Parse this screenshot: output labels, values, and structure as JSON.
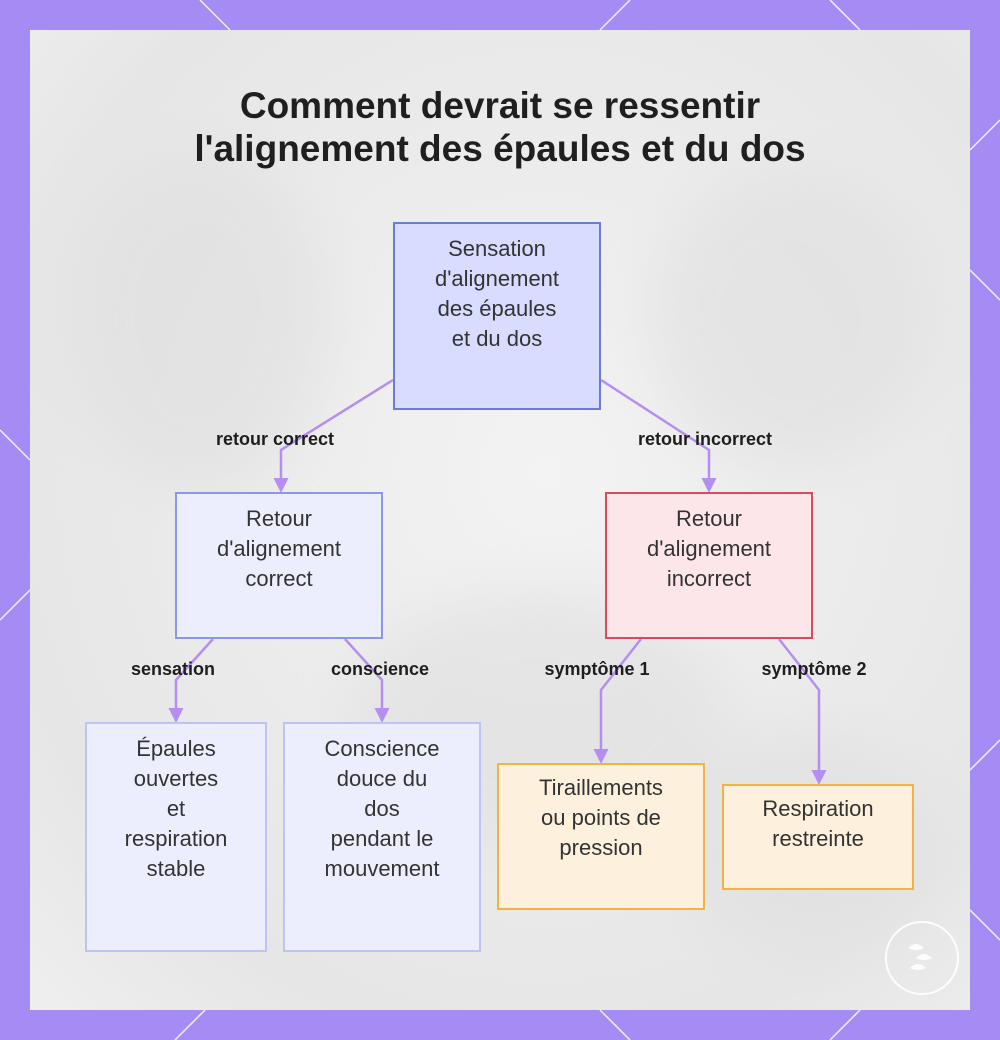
{
  "title": {
    "line1": "Comment devrait se ressentir",
    "line2": "l'alignement des épaules et du dos"
  },
  "nodes": {
    "root": [
      "Sensation",
      "d'alignement",
      "des épaules",
      "et du dos"
    ],
    "correct": [
      "Retour",
      "d'alignement",
      "correct"
    ],
    "incorrect": [
      "Retour",
      "d'alignement",
      "incorrect"
    ],
    "epaules": [
      "Épaules",
      "ouvertes",
      "et",
      "respiration",
      "stable"
    ],
    "conscience": [
      "Conscience",
      "douce du",
      "dos",
      "pendant le",
      "mouvement"
    ],
    "tiraillements": [
      "Tiraillements",
      "ou points de",
      "pression"
    ],
    "respiration": [
      "Respiration",
      "restreinte"
    ]
  },
  "edge_labels": {
    "retour_correct": "retour correct",
    "retour_incorrect": "retour incorrect",
    "sensation": "sensation",
    "conscience": "conscience",
    "symptome1": "symptôme 1",
    "symptome2": "symptôme 2"
  },
  "colors": {
    "frame": "#a48cf4",
    "edge": "#b48ef0",
    "root_fill": "#d8dcff",
    "incorrect_border": "#d84a5c",
    "symptom_border": "#f0b445"
  }
}
